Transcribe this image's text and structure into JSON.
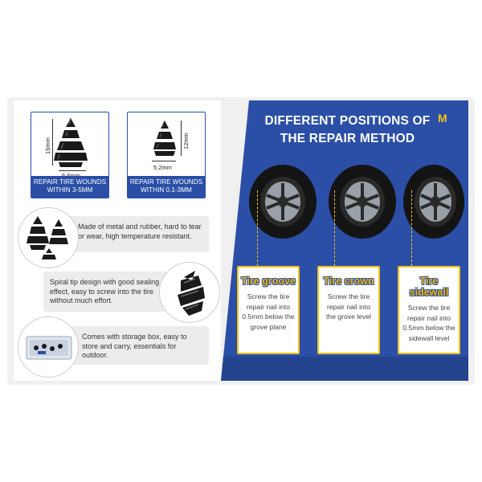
{
  "heading": {
    "line1": "DIFFERENT POSITIONS OF",
    "line2": "THE REPAIR METHOD"
  },
  "brand": "M",
  "products": [
    {
      "height": "15mm",
      "width": "6.6mm",
      "caption1": "REPAIR TIRE WOUNDS",
      "caption2": "WITHIN 3-5mm"
    },
    {
      "height": "12mm",
      "width": "5.2mm",
      "caption1": "REPAIR TIRE WOUNDS",
      "caption2": "WITHIN 0.1-3mm"
    }
  ],
  "features": [
    {
      "text": "Made of metal and rubber, hard to tear or wear, high temperature resistant."
    },
    {
      "text": "Spiral tip design with good sealing effect, easy to screw into the tire without much effort."
    },
    {
      "text": "Comes with storage box, easy to store and carry, essentials for outdoor."
    }
  ],
  "positions": [
    {
      "title": "Tire groove",
      "desc": "Screw the tire repair nail into 0.5mm below the grove plane"
    },
    {
      "title": "Tire crown",
      "desc": "Screw the tire repair nail into the grove level"
    },
    {
      "title": "Tire sidewall",
      "desc": "Screw the tire repair nail into 0.5mm below the sidewall level"
    }
  ],
  "colors": {
    "blue": "#2b4fa6",
    "yellow": "#f2c21b",
    "panel_gray": "#ececec"
  }
}
